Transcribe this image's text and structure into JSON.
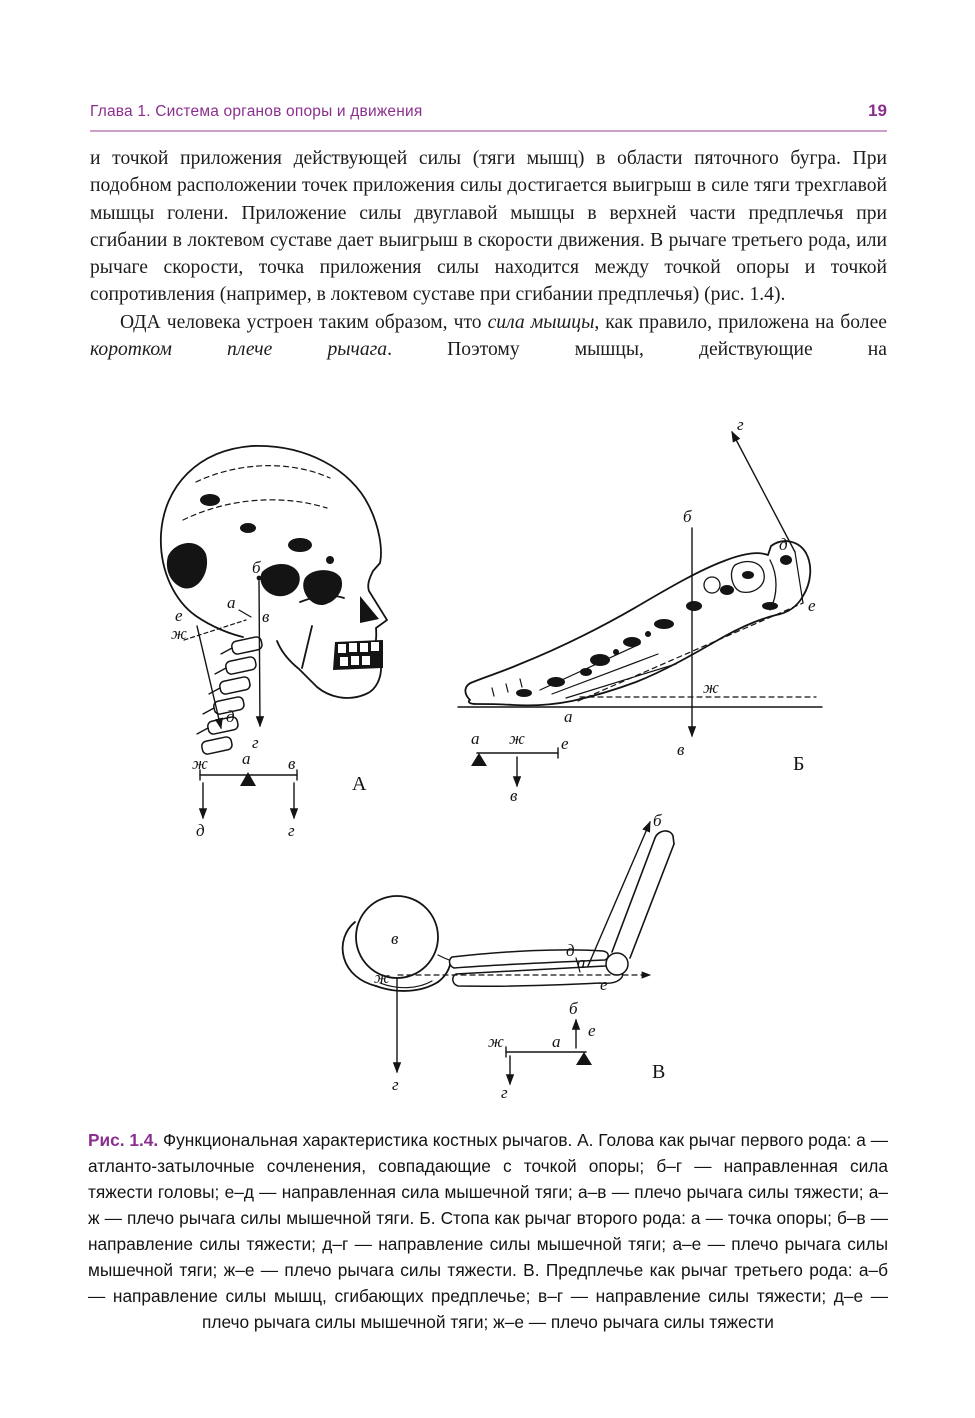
{
  "page": {
    "colors": {
      "accent": "#8b2f8f"
    },
    "header": {
      "chapter": "Глава 1. Система органов опоры и движения",
      "page_number": "19"
    },
    "body": {
      "paragraph1": "и точкой приложения действующей силы (тяги мышц) в области пяточного бугра. При подобном расположении точек приложения силы достигается выигрыш в силе тяги трехглавой мышцы голени. Приложение силы двуглавой мышцы в верхней части предплечья при сгибании в локтевом суставе дает выигрыш в скорости движения. В рычаге третьего рода, или рычаге скорости, точка приложения силы находится между точкой опоры и точкой сопротивления (например, в локтевом суставе при сгибании предплечья) (рис. 1.4).",
      "paragraph2_part1": "ОДА человека устроен таким образом, что ",
      "paragraph2_italic1": "сила мышцы",
      "paragraph2_part2": ", как правило, приложена на более ",
      "paragraph2_italic2": "коротком плече рычага",
      "paragraph2_part3": ". Поэтому мышцы, действующие на"
    },
    "figure": {
      "glyphs": {
        "a": "а",
        "b": "б",
        "v": "в",
        "g": "г",
        "d": "д",
        "e": "е",
        "zh": "ж"
      },
      "diagram_letters": {
        "A": "А",
        "B": "Б",
        "V": "В"
      }
    },
    "caption": {
      "label": "Рис. 1.4.",
      "text": " Функциональная характеристика костных рычагов. А. Голова как рычаг первого рода: а — атланто-затылочные сочленения, совпадающие с точкой опоры; б–г — направленная сила тяжести головы; е–д — направленная сила мышечной тяги; а–в — плечо рычага силы тяжести; а–ж — плечо рычага силы мышечной тяги. Б. Стопа как рычаг второго рода: а — точка опоры; б–в — направление силы тяжести; д–г — направление силы мышечной тяги; а–е — плечо рычага силы мышечной тяги; ж–е — плечо рычага силы тяжести. В. Предплечье как рычаг третьего рода: а–б — направление силы мышц, сгибающих предплечье; в–г — направление силы тяжести; д–е — плечо рычага силы мышечной тяги; ж–е — плечо рычага силы тяжести"
    }
  }
}
